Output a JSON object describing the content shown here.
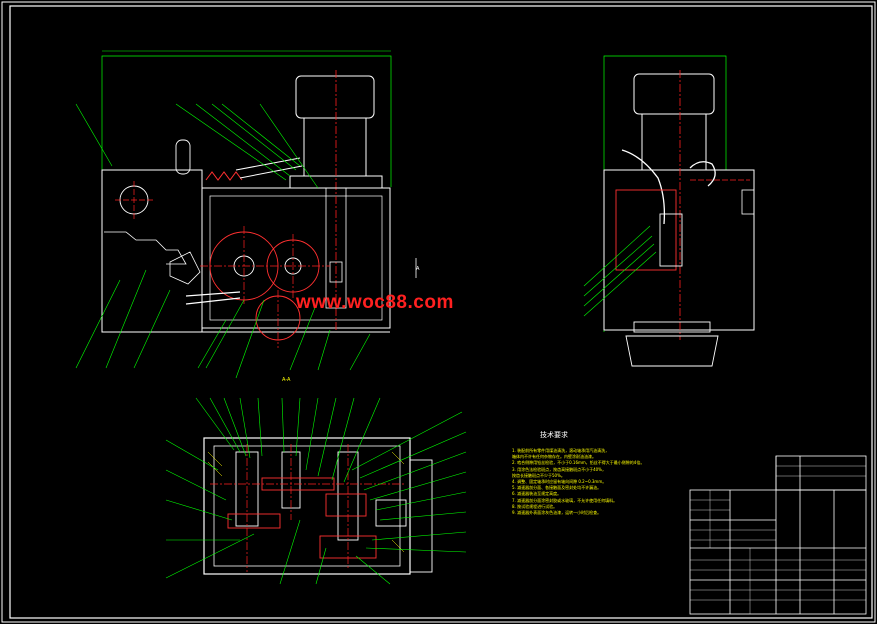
{
  "drawing": {
    "watermark": "www.woc88.com",
    "section_label": "A-A",
    "view_arrow_label": "A",
    "tech_title": "技术要求",
    "tech_notes": [
      "1. 装配前所有零件用煤油清洗，滚动轴承用汽油清洗，",
      "   箱体内不许有任何杂物存在。内壁涂耐油油漆。",
      "2. 啮合侧隙用铅丝检验，不小于0.16mm，铅丝不得大于最小侧隙的4倍。",
      "3. 用涂色法检验斑点，按齿高接触斑点不小于40%，",
      "   按齿长接触斑点不少于50%。",
      "4. 调整、固定轴承时应留有轴向间隙 0.2~0.3mm。",
      "5. 减速器剖分面、各接触面及密封处均不许漏油。",
      "6. 减速器装油至规定高度。",
      "7. 减速器剖分面涂密封胶或水玻璃，不允许使用任何填料。",
      "8. 按试验规程进行试验。",
      "9. 减速器外表面涂灰色油漆，运转一小时后检查。"
    ]
  },
  "colors": {
    "background": "#000000",
    "outline": "#ffffff",
    "leader": "#00ff00",
    "centerline": "#ff2020",
    "hatch": "#ff3030",
    "dimension": "#ffff00",
    "border": "#ffffff"
  }
}
